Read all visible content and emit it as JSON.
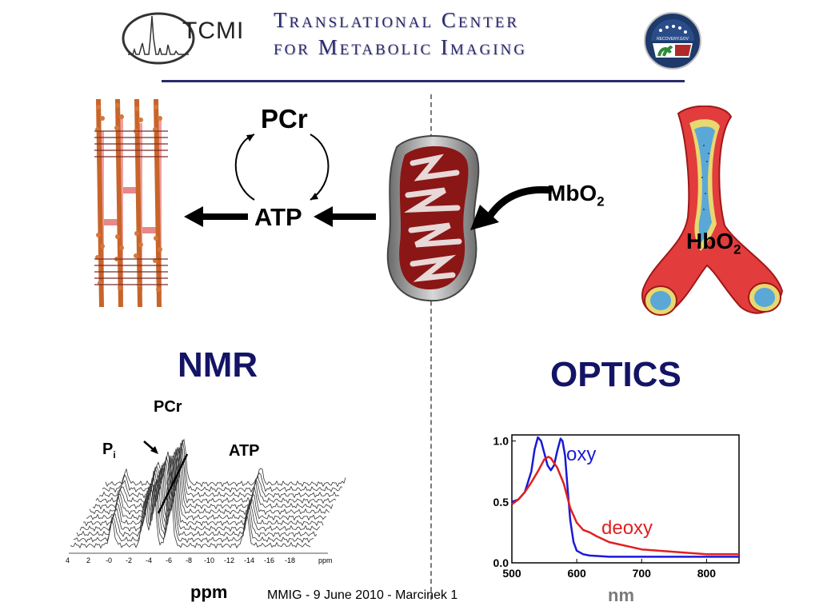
{
  "header": {
    "logo_text": "TCMI",
    "title_line1": "Translational Center",
    "title_line2": "for Metabolic Imaging",
    "seal_text": "RECOVERY.GOV"
  },
  "diagram": {
    "pcr": "PCr",
    "atp": "ATP",
    "mbo2": "MbO",
    "hbo2": "HbO",
    "subscript": "2"
  },
  "sections": {
    "nmr": "NMR",
    "optics": "OPTICS"
  },
  "nmr_spectrum": {
    "peak_pcr": "PCr",
    "peak_pi": "P",
    "peak_pi_sub": "i",
    "peak_atp": "ATP",
    "ticks": [
      "4",
      "2",
      "-0",
      "-2",
      "-4",
      "-6",
      "-8",
      "-10",
      "-12",
      "-14",
      "-16",
      "-18",
      "ppm"
    ],
    "xlabel": "ppm"
  },
  "chart_data": {
    "type": "line",
    "xlabel": "nm",
    "ylabel": "",
    "xlim": [
      500,
      850
    ],
    "ylim": [
      0,
      1.05
    ],
    "x_ticks": [
      "500",
      "600",
      "700",
      "800"
    ],
    "y_ticks": [
      "1.0",
      "0.5",
      "0.0"
    ],
    "colors": {
      "oxy": "#1a1ad6",
      "deoxy": "#e02020"
    },
    "series": [
      {
        "name": "oxy",
        "x": [
          500,
          510,
          520,
          530,
          535,
          540,
          545,
          550,
          555,
          560,
          565,
          570,
          575,
          578,
          582,
          586,
          590,
          595,
          600,
          610,
          620,
          650,
          700,
          750,
          800,
          850
        ],
        "values": [
          0.5,
          0.52,
          0.58,
          0.75,
          0.93,
          1.03,
          1.0,
          0.9,
          0.8,
          0.76,
          0.8,
          0.92,
          1.02,
          1.0,
          0.88,
          0.6,
          0.35,
          0.17,
          0.1,
          0.07,
          0.06,
          0.05,
          0.05,
          0.05,
          0.05,
          0.05
        ]
      },
      {
        "name": "deoxy",
        "x": [
          500,
          510,
          520,
          530,
          540,
          550,
          556,
          560,
          570,
          580,
          590,
          600,
          610,
          620,
          630,
          650,
          700,
          750,
          800,
          850
        ],
        "values": [
          0.48,
          0.52,
          0.58,
          0.66,
          0.75,
          0.85,
          0.87,
          0.86,
          0.78,
          0.65,
          0.45,
          0.33,
          0.27,
          0.25,
          0.22,
          0.17,
          0.11,
          0.09,
          0.07,
          0.07
        ]
      }
    ]
  },
  "footer": {
    "caption": "MMIG - 9 June 2010 - Marcinek 1"
  }
}
